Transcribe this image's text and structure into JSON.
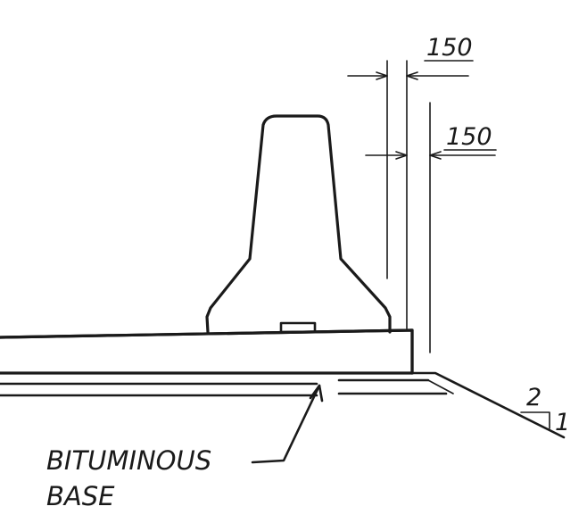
{
  "dimensions": {
    "upper": "150",
    "lower": "150"
  },
  "slope": {
    "horizontal": "2",
    "vertical": "1"
  },
  "note": {
    "line1": "BITUMINOUS",
    "line2": "BASE"
  },
  "colors": {
    "ink": "#1a1a1a",
    "paper": "#ffffff"
  }
}
